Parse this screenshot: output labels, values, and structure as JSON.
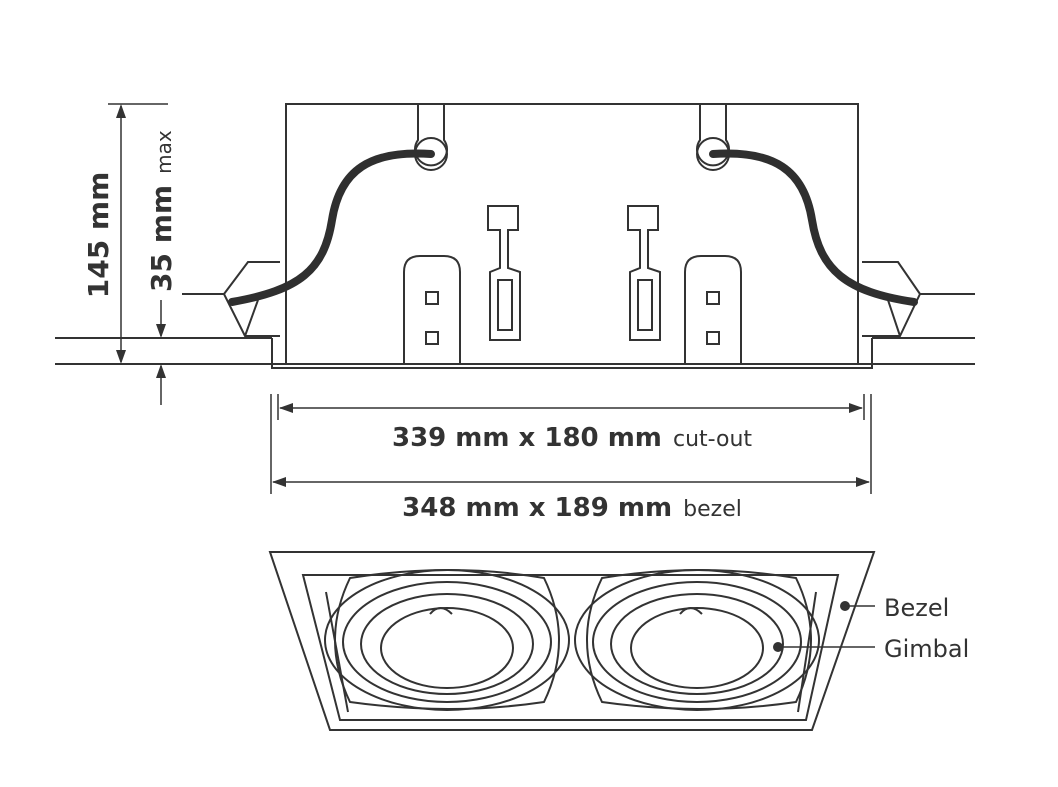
{
  "dimensions": {
    "height_total": "145 mm",
    "height_max_value": "35 mm",
    "height_max_suffix": "max",
    "cutout_value": "339 mm x 180 mm",
    "cutout_suffix": "cut-out",
    "bezel_value": "348 mm x 189 mm",
    "bezel_suffix": "bezel"
  },
  "callouts": {
    "bezel": "Bezel",
    "gimbal": "Gimbal"
  },
  "colors": {
    "line": "#333333",
    "cable": "#2f2f2f",
    "background": "#ffffff"
  }
}
